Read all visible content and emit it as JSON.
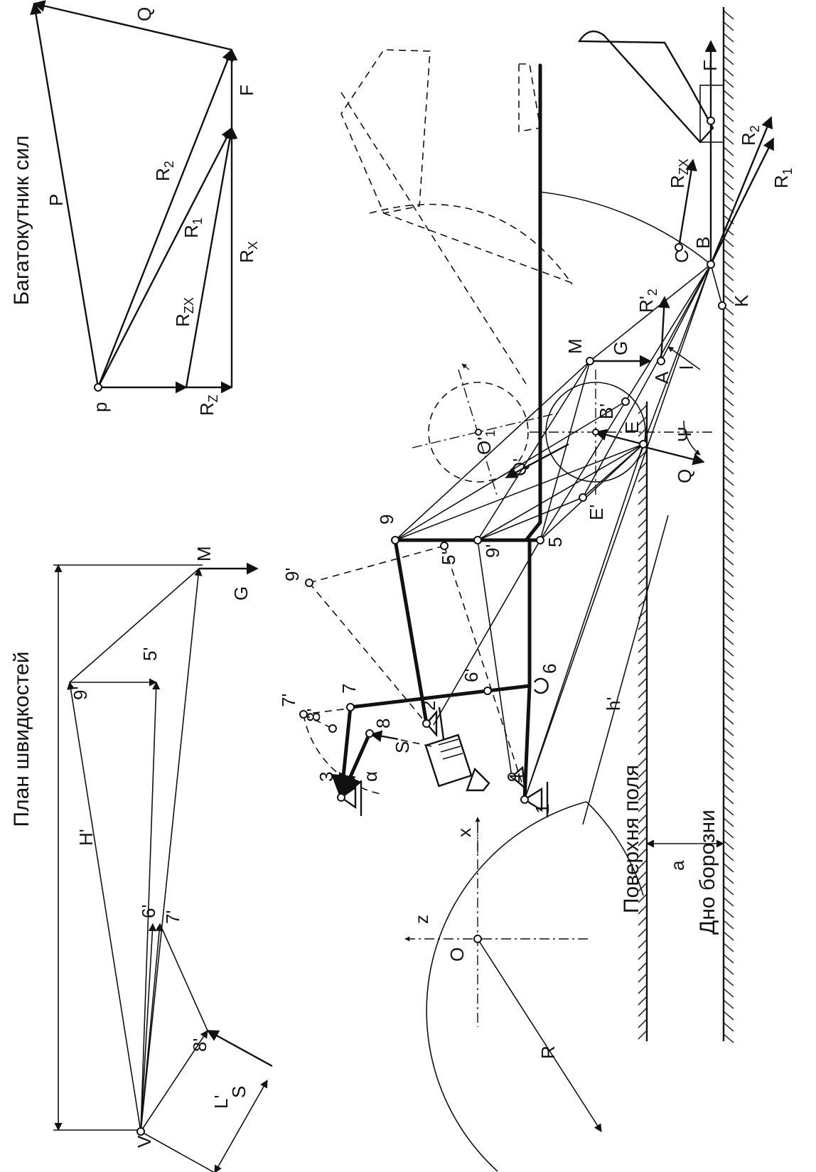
{
  "titles": {
    "velocity_plan": "План швидкостей",
    "force_polygon": "Багатокутник сил",
    "field_surface": "Поверхня поля",
    "furrow_bottom": "Дно борозни"
  },
  "velocity_plan_labels": {
    "V": "V",
    "M": "M",
    "G": "G",
    "H": "H'",
    "L": "L'",
    "S": "S",
    "p5": "5'",
    "p6": "6'",
    "p7": "7'",
    "p8": "8'",
    "p9": "9'"
  },
  "force_polygon_labels": {
    "p": "p",
    "P": "P",
    "Q": "Q",
    "F": "F",
    "R1": "R",
    "R1_sub": "1",
    "R2": "R",
    "R2_sub": "2",
    "RZX": "R",
    "RZX_sub": "ZX",
    "RX": "R",
    "RX_sub": "X",
    "RZ": "R",
    "RZ_sub": "Z"
  },
  "mechanism_labels": {
    "n1": "1",
    "n2": "2",
    "n3": "3",
    "n4": "4",
    "n5": "5",
    "n6": "6",
    "n7": "7",
    "n8": "8",
    "n9": "9",
    "n5p": "5'",
    "n6p": "6'",
    "n7p": "7'",
    "n8p": "8'",
    "n9p": "9'",
    "O": "O",
    "O1": "O'",
    "O1_sub": "1",
    "Q1": "Q'",
    "E": "E",
    "E1": "E'",
    "M": "M",
    "G": "G",
    "A": "A",
    "B": "B",
    "B1": "B'",
    "C": "C",
    "K": "K",
    "F": "F",
    "Q": "Q",
    "psi": "Ψ",
    "alpha": "α",
    "S": "S",
    "l": "l",
    "h": "h'",
    "R": "R",
    "a": "a",
    "x": "x",
    "z": "z",
    "RZX": "R",
    "RZX_sub": "ZX",
    "R1": "R",
    "R1_sub": "1",
    "R2": "R",
    "R2_sub": "2",
    "R2p": "R'",
    "R2p_sub": "2"
  }
}
